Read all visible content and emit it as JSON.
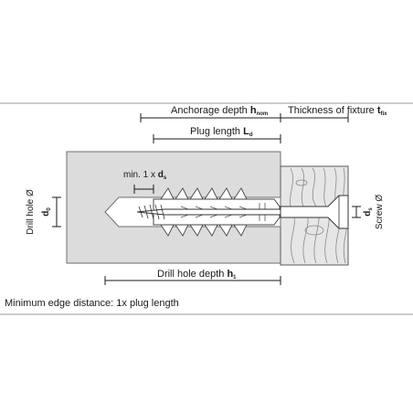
{
  "dimensions": {
    "anchorage_depth": {
      "text": "Anchorage depth ",
      "symbol": "h",
      "subscript": "nom"
    },
    "thickness_of_fixture": {
      "text": "Thickness of fixture ",
      "symbol": "t",
      "subscript": "fix"
    },
    "plug_length": {
      "text": "Plug length ",
      "symbol": "L",
      "subscript": "d"
    },
    "min_distance": {
      "text": "min. 1 x ",
      "symbol": "d",
      "subscript": "s"
    },
    "drill_hole_depth": {
      "text": "Drill hole depth ",
      "symbol": "h",
      "subscript": "1"
    },
    "drill_hole_diameter": {
      "text": "Drill hole Ø",
      "symbol": "d",
      "subscript": "0"
    },
    "screw_diameter": {
      "text": "Screw Ø",
      "symbol": "d",
      "subscript": "s"
    }
  },
  "footnote": "Minimum edge distance: 1x plug length",
  "colors": {
    "base_material": "#dcdcdc",
    "outline": "#6e6e6e",
    "dimension_line": "#1a1a1a",
    "wood_fill": "#e6e6e6",
    "plug_fill": "#ffffff"
  }
}
